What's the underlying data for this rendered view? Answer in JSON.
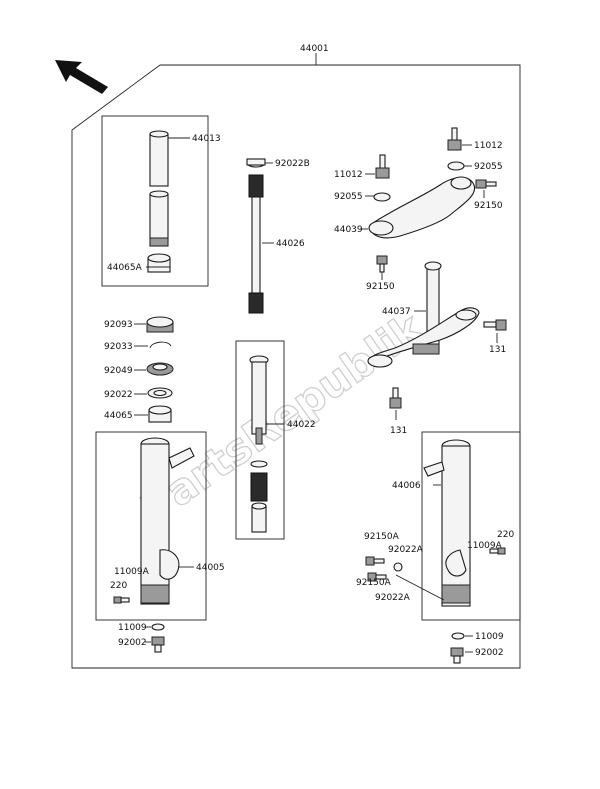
{
  "watermark": "PartsRepublik",
  "labels": {
    "l44001": "44001",
    "l44013": "44013",
    "l44065a": "44065A",
    "l92022b": "92022B",
    "l44026": "44026",
    "l11012a": "11012",
    "l11012b": "11012",
    "l92055a": "92055",
    "l92055b": "92055",
    "l92150a": "92150",
    "l44039": "44039",
    "l92150b": "92150",
    "l44037": "44037",
    "l131a": "131",
    "l131b": "131",
    "l92093": "92093",
    "l92033": "92033",
    "l92049": "92049",
    "l92022": "92022",
    "l44065": "44065",
    "l44022": "44022",
    "l44005": "44005",
    "l11009a_left": "11009A",
    "l220_left": "220",
    "l11009_left": "11009",
    "l92002_left": "92002",
    "l44006": "44006",
    "l92150a_r1": "92150A",
    "l92022a_r1": "92022A",
    "l11009a_right": "11009A",
    "l220_right": "220",
    "l92150a_r2": "92150A",
    "l92022a_r2": "92022A",
    "l11009_right": "11009",
    "l92002_right": "92002"
  }
}
